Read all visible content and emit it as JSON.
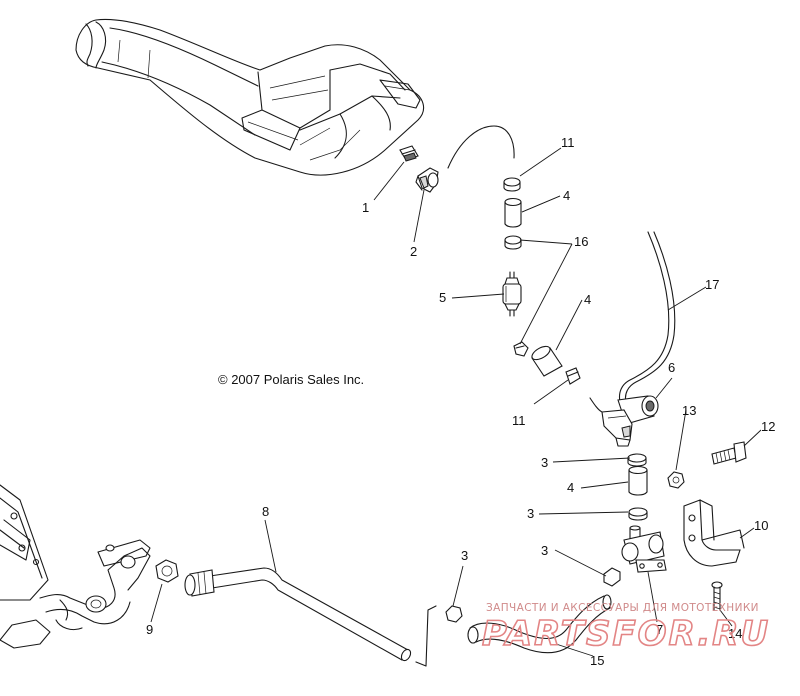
{
  "copyright": "© 2007 Polaris Sales Inc.",
  "callouts": [
    "1",
    "2",
    "3",
    "3",
    "3",
    "3",
    "4",
    "4",
    "4",
    "5",
    "6",
    "7",
    "8",
    "9",
    "10",
    "11",
    "11",
    "12",
    "13",
    "14",
    "15",
    "16",
    "17"
  ],
  "watermark": {
    "line1": "ЗАПЧАСТИ И АКСЕССУАРЫ ДЛЯ МОТОТЕХНИКИ",
    "line2": "PARTSFOR.RU"
  },
  "colors": {
    "line": "#1a1a1a",
    "watermark": "#e38585"
  }
}
